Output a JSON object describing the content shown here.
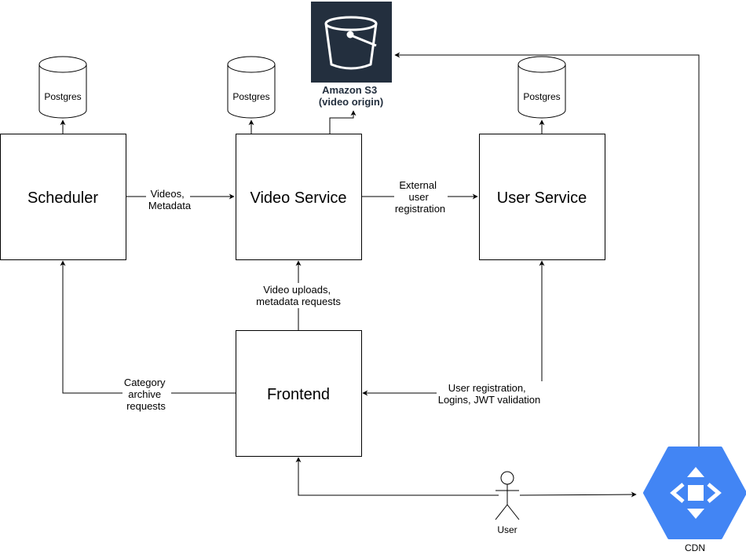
{
  "nodes": {
    "scheduler": "Scheduler",
    "video_service": "Video Service",
    "user_service": "User Service",
    "frontend": "Frontend",
    "s3_line1": "Amazon S3",
    "s3_line2": "(video origin)",
    "db_scheduler": "Postgres",
    "db_video": "Postgres",
    "db_user": "Postgres",
    "user": "User",
    "cdn": "CDN"
  },
  "edges": {
    "scheduler_video": [
      "Videos,",
      "Metadata"
    ],
    "video_user": [
      "External",
      "user",
      "registration"
    ],
    "frontend_video": [
      "Video uploads,",
      "metadata requests"
    ],
    "frontend_scheduler": [
      "Category",
      "archive",
      "requests"
    ],
    "user_frontend": [
      "User registration,",
      "Logins, JWT validation"
    ]
  },
  "colors": {
    "s3_bg": "#232f3e",
    "cdn_fill": "#4285f4",
    "line": "#000000"
  },
  "icons": [
    "bucket-icon",
    "database-icon",
    "user-actor-icon",
    "cdn-hexagon-icon"
  ]
}
